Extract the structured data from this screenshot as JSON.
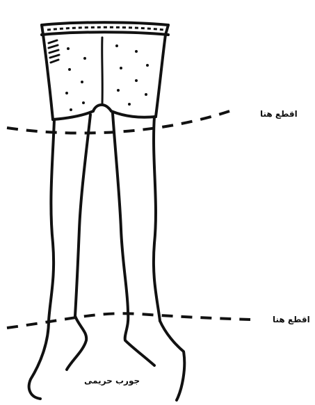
{
  "labels": {
    "cut_top": "اقطع هنا",
    "cut_bottom": "اقطع هنا",
    "item": "جورب حريمى"
  }
}
